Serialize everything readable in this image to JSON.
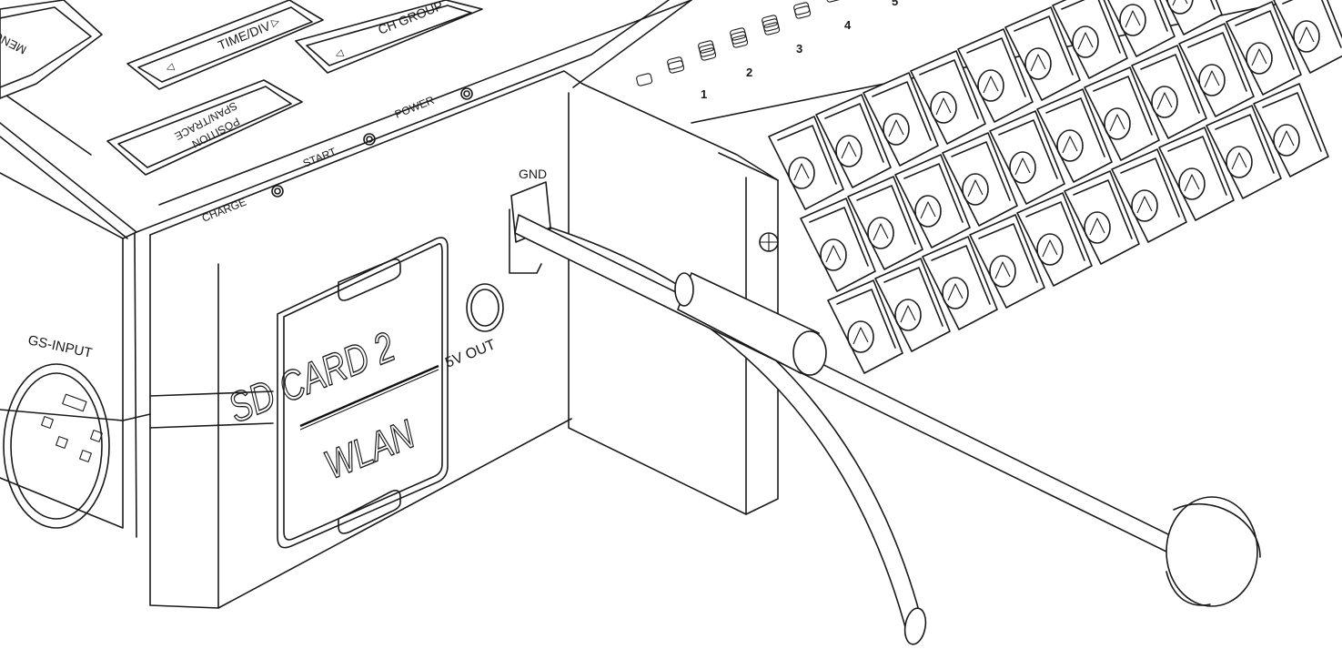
{
  "labels": {
    "menu": "MENU",
    "time_div": "TIME/DIV",
    "ch_group": "CH GROUP",
    "span_trace_1": "SPAN/TRACE",
    "span_trace_2": "POSITION",
    "power": "POWER",
    "start": "START",
    "charge": "CHARGE",
    "gnd": "GND",
    "gs_input": "GS-INPUT",
    "sd_card": "SD CARD 2",
    "wlan": "WLAN",
    "five_v_out": "5V OUT"
  },
  "terminal_numbers": [
    "1",
    "2",
    "3",
    "4",
    "5"
  ]
}
